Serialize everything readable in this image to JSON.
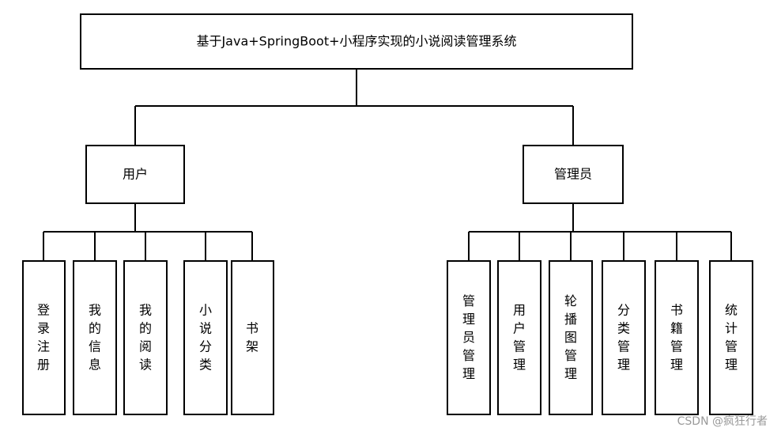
{
  "diagram": {
    "root": {
      "label": "基于Java+SpringBoot+小程序实现的小说阅读管理系统"
    },
    "groups": [
      {
        "label": "用户",
        "children": [
          {
            "label": "登录注册"
          },
          {
            "label": "我的信息"
          },
          {
            "label": "我的阅读"
          },
          {
            "label": "小说分类"
          },
          {
            "label": "书架"
          }
        ]
      },
      {
        "label": "管理员",
        "children": [
          {
            "label": "管理员管理"
          },
          {
            "label": "用户管理"
          },
          {
            "label": "轮播图管理"
          },
          {
            "label": "分类管理"
          },
          {
            "label": "书籍管理"
          },
          {
            "label": "统计管理"
          }
        ]
      }
    ]
  },
  "watermark": "CSDN @疯狂行者"
}
